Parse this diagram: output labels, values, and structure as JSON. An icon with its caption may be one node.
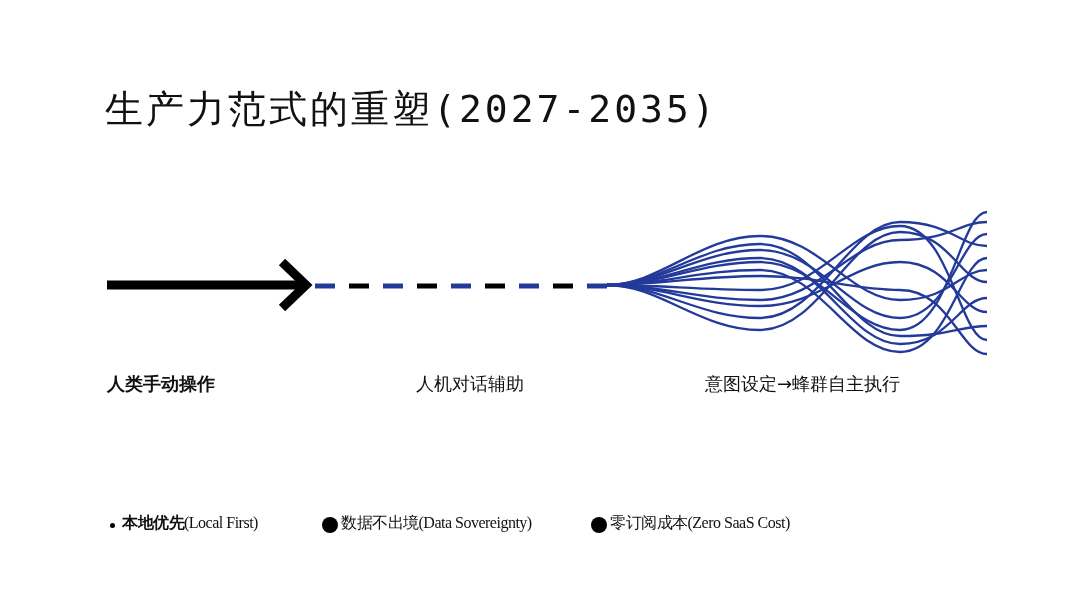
{
  "diagram": {
    "title": "生产力范式的重塑(2027-2035)",
    "labels": [
      "人类手动操作",
      "人机对话辅助",
      "意图设定→蜂群自主执行",
      "**本地优先**(Local First)",
      "数据不出境(Data Sovereignty)",
      "零订阅成本(Zero SaaS Cost)"
    ]
  }
}
